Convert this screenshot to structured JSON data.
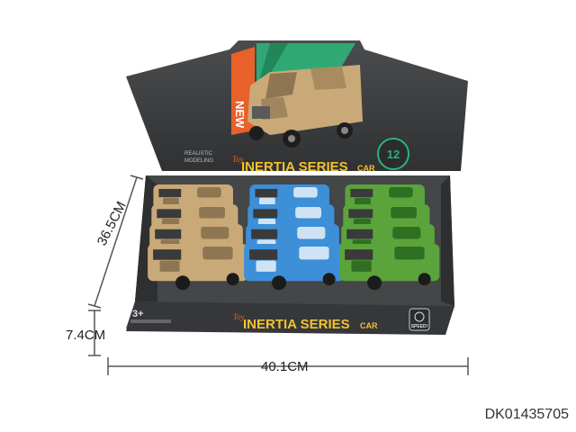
{
  "product": {
    "new_badge": "NEW",
    "realistic_line1": "REALISTIC",
    "realistic_line2": "MODELING",
    "series_prefix": "Toy",
    "series_name": "INERTIA SERIES",
    "series_suffix": "CAR",
    "age_label": "3+",
    "speed_label": "SPEED!",
    "badge_number": "12"
  },
  "dimensions": {
    "width": "40.1CM",
    "height": "36.5CM",
    "depth": "7.4CM"
  },
  "sku": "DK01435705",
  "colors": {
    "box": "#3b3d3f",
    "accent_green": "#2db37a",
    "accent_orange": "#e8612a",
    "camo_tan": "#c9a978",
    "camo_blue": "#3d8fd8",
    "camo_green": "#5aa43b"
  }
}
